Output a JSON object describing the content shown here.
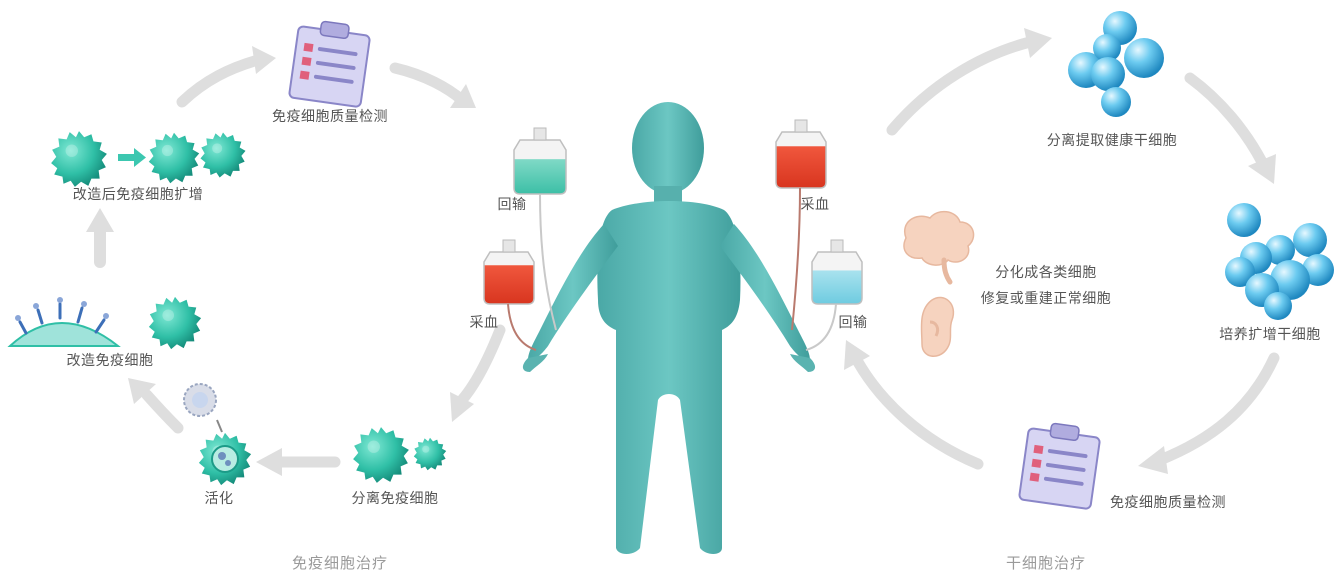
{
  "immune_cycle": {
    "quality_check": "免疫细胞质量检测",
    "modified_expansion": "改造后免疫细胞扩增",
    "modified_cells": "改造免疫细胞",
    "activation": "活化",
    "separate_cells": "分离免疫细胞",
    "title": "免疫细胞治疗"
  },
  "center_figure": {
    "return_left": "回输",
    "blood_draw_left": "采血",
    "blood_draw_right": "采血",
    "return_right": "回输"
  },
  "stem_cycle": {
    "extract": "分离提取健康干细胞",
    "expand": "培养扩增干细胞",
    "quality_check": "免疫细胞质量检测",
    "differentiate": "分化成各类细胞",
    "repair": "修复或重建正常细胞",
    "title": "干细胞治疗"
  },
  "colors": {
    "teal": "#3cc7b0",
    "teal_dark": "#1c9b88",
    "body": "#5fb7b4",
    "red": "#e8432c",
    "blue_cell": "#4fb6e0",
    "arrow": "#dcdcdc",
    "clipboard": "#8a86c8"
  }
}
